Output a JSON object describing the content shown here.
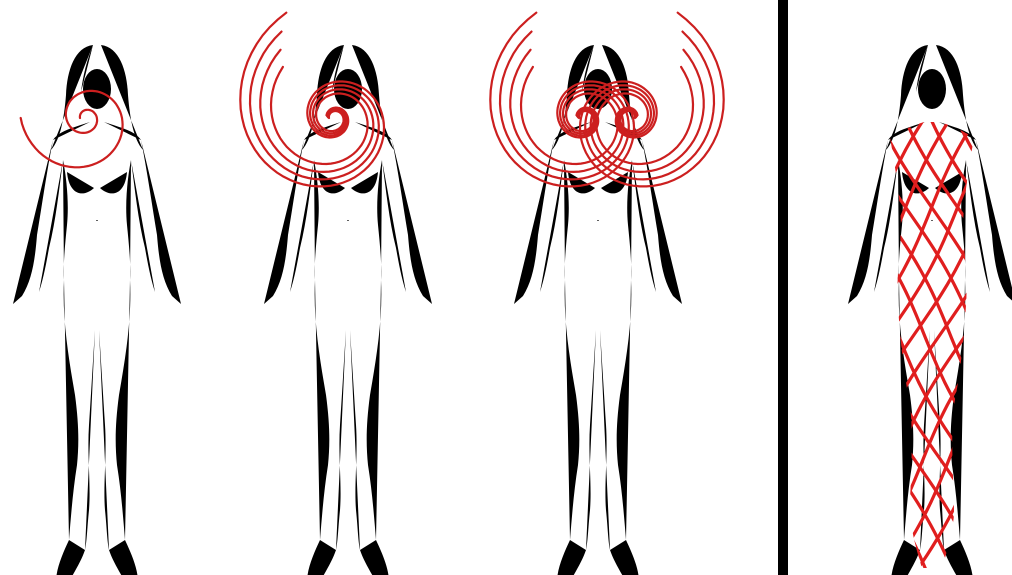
{
  "colors": {
    "background": "#ffffff",
    "figure_outline": "#1a1a1a",
    "spiral": "#cc1f1f",
    "lattice": "#e01e1e",
    "divider": "#000000"
  },
  "panels": [
    {
      "figure": "female-figure",
      "overlay": "golden-spiral",
      "spiral_count": 1
    },
    {
      "figure": "female-figure",
      "overlay": "golden-spiral-set",
      "spiral_count": 4
    },
    {
      "figure": "female-figure",
      "overlay": "mirrored-spiral-sets",
      "spiral_count": 8
    },
    {
      "figure": "female-figure",
      "overlay": "crossed-spiral-lattice",
      "spiral_count": 18
    }
  ]
}
